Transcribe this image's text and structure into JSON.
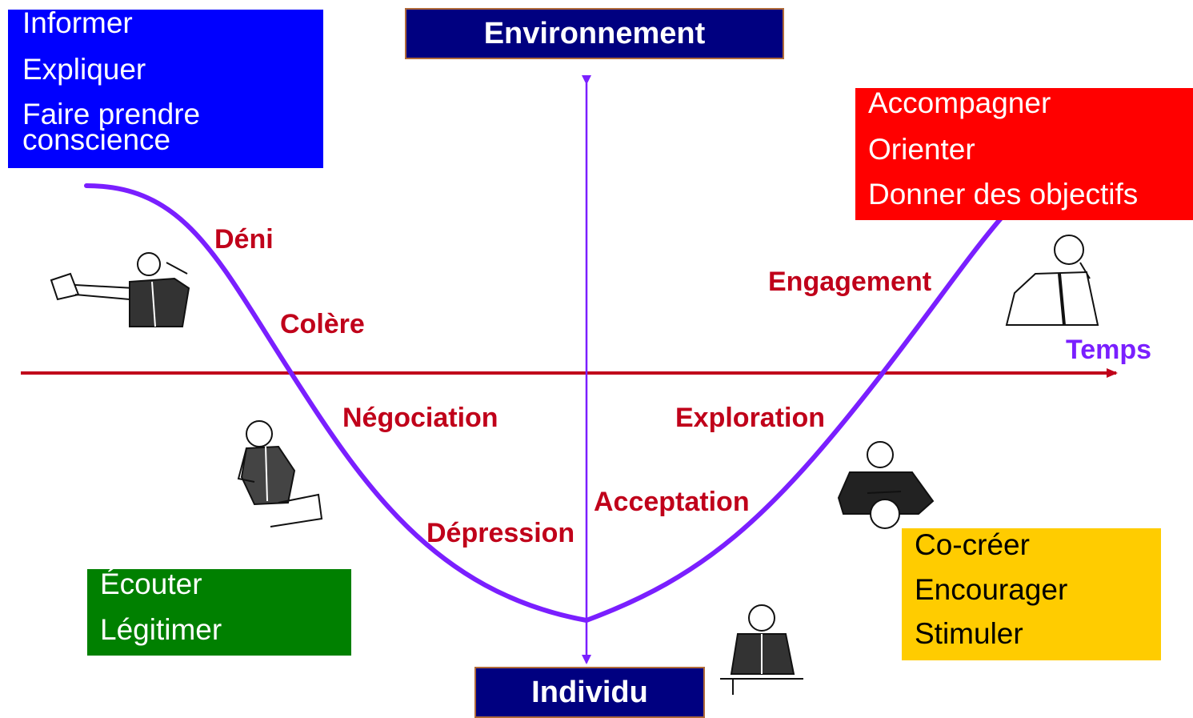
{
  "header_top": "Environnement",
  "header_bottom": "Individu",
  "time_axis_label": "Temps",
  "colors": {
    "blue_box": "#0000ff",
    "red_box": "#ff0000",
    "green_box": "#008000",
    "yellow_box": "#ffcc00",
    "navy": "#000080",
    "curve": "#7a1fff",
    "axis_h": "#c0001a",
    "phase_text": "#c0001a"
  },
  "boxes": {
    "blue": {
      "lines": [
        "Informer",
        "Expliquer",
        "Faire prendre",
        "conscience"
      ]
    },
    "red": {
      "lines": [
        "Accompagner",
        "Orienter",
        "Donner des objectifs"
      ]
    },
    "green": {
      "lines": [
        "Écouter",
        "Légitimer"
      ]
    },
    "yellow": {
      "lines": [
        "Co-créer",
        "Encourager",
        "Stimuler"
      ]
    }
  },
  "phases": [
    "Déni",
    "Colère",
    "Négociation",
    "Dépression",
    "Acceptation",
    "Exploration",
    "Engagement"
  ],
  "figures": [
    "figure-pointing",
    "figure-head-in-hand",
    "figure-crystal-ball",
    "figure-seated-desk",
    "figure-on-phone"
  ]
}
